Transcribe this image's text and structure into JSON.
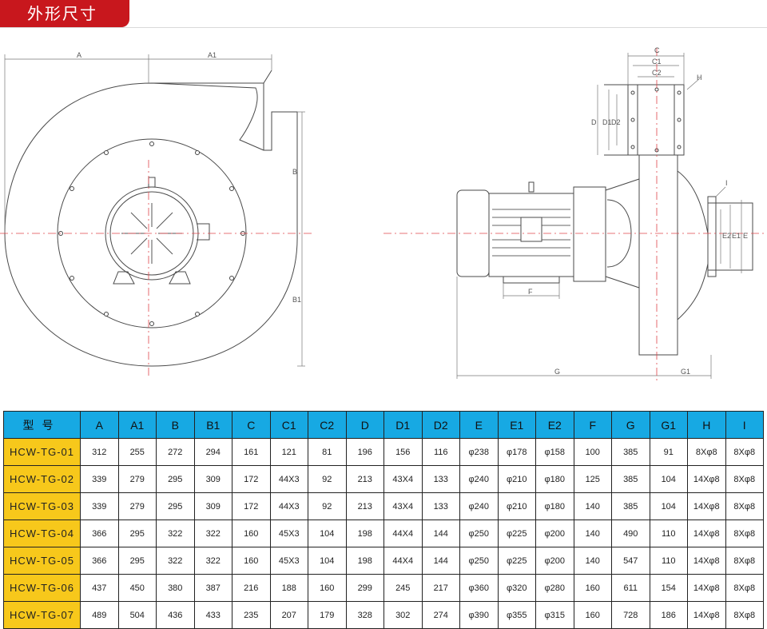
{
  "section_title": "外形尺寸",
  "drawing": {
    "front_labels": {
      "A": "A",
      "A1": "A1",
      "B": "B",
      "B1": "B1"
    },
    "side_labels": {
      "C": "C",
      "C1": "C1",
      "C2": "C2",
      "H": "H",
      "D": "D",
      "D1": "D1",
      "D2": "D2",
      "I": "I",
      "E": "E",
      "E1": "E1",
      "E2": "E2",
      "F": "F",
      "G": "G",
      "G1": "G1"
    },
    "line_color": "#4a4a4a",
    "centerline_color": "#e0464b"
  },
  "table": {
    "header_bg": "#17a9e3",
    "model_bg": "#f7c81b",
    "headers": [
      "型号",
      "A",
      "A1",
      "B",
      "B1",
      "C",
      "C1",
      "C2",
      "D",
      "D1",
      "D2",
      "E",
      "E1",
      "E2",
      "F",
      "G",
      "G1",
      "H",
      "I"
    ],
    "rows": [
      [
        "HCW-TG-01",
        "312",
        "255",
        "272",
        "294",
        "161",
        "121",
        "81",
        "196",
        "156",
        "116",
        "φ238",
        "φ178",
        "φ158",
        "100",
        "385",
        "91",
        "8Xφ8",
        "8Xφ8"
      ],
      [
        "HCW-TG-02",
        "339",
        "279",
        "295",
        "309",
        "172",
        "44X3",
        "92",
        "213",
        "43X4",
        "133",
        "φ240",
        "φ210",
        "φ180",
        "125",
        "385",
        "104",
        "14Xφ8",
        "8Xφ8"
      ],
      [
        "HCW-TG-03",
        "339",
        "279",
        "295",
        "309",
        "172",
        "44X3",
        "92",
        "213",
        "43X4",
        "133",
        "φ240",
        "φ210",
        "φ180",
        "140",
        "385",
        "104",
        "14Xφ8",
        "8Xφ8"
      ],
      [
        "HCW-TG-04",
        "366",
        "295",
        "322",
        "322",
        "160",
        "45X3",
        "104",
        "198",
        "44X4",
        "144",
        "φ250",
        "φ225",
        "φ200",
        "140",
        "490",
        "110",
        "14Xφ8",
        "8Xφ8"
      ],
      [
        "HCW-TG-05",
        "366",
        "295",
        "322",
        "322",
        "160",
        "45X3",
        "104",
        "198",
        "44X4",
        "144",
        "φ250",
        "φ225",
        "φ200",
        "140",
        "547",
        "110",
        "14Xφ8",
        "8Xφ8"
      ],
      [
        "HCW-TG-06",
        "437",
        "450",
        "380",
        "387",
        "216",
        "188",
        "160",
        "299",
        "245",
        "217",
        "φ360",
        "φ320",
        "φ280",
        "160",
        "611",
        "154",
        "14Xφ8",
        "8Xφ8"
      ],
      [
        "HCW-TG-07",
        "489",
        "504",
        "436",
        "433",
        "235",
        "207",
        "179",
        "328",
        "302",
        "274",
        "φ390",
        "φ355",
        "φ315",
        "160",
        "728",
        "186",
        "14Xφ8",
        "8Xφ8"
      ]
    ]
  }
}
